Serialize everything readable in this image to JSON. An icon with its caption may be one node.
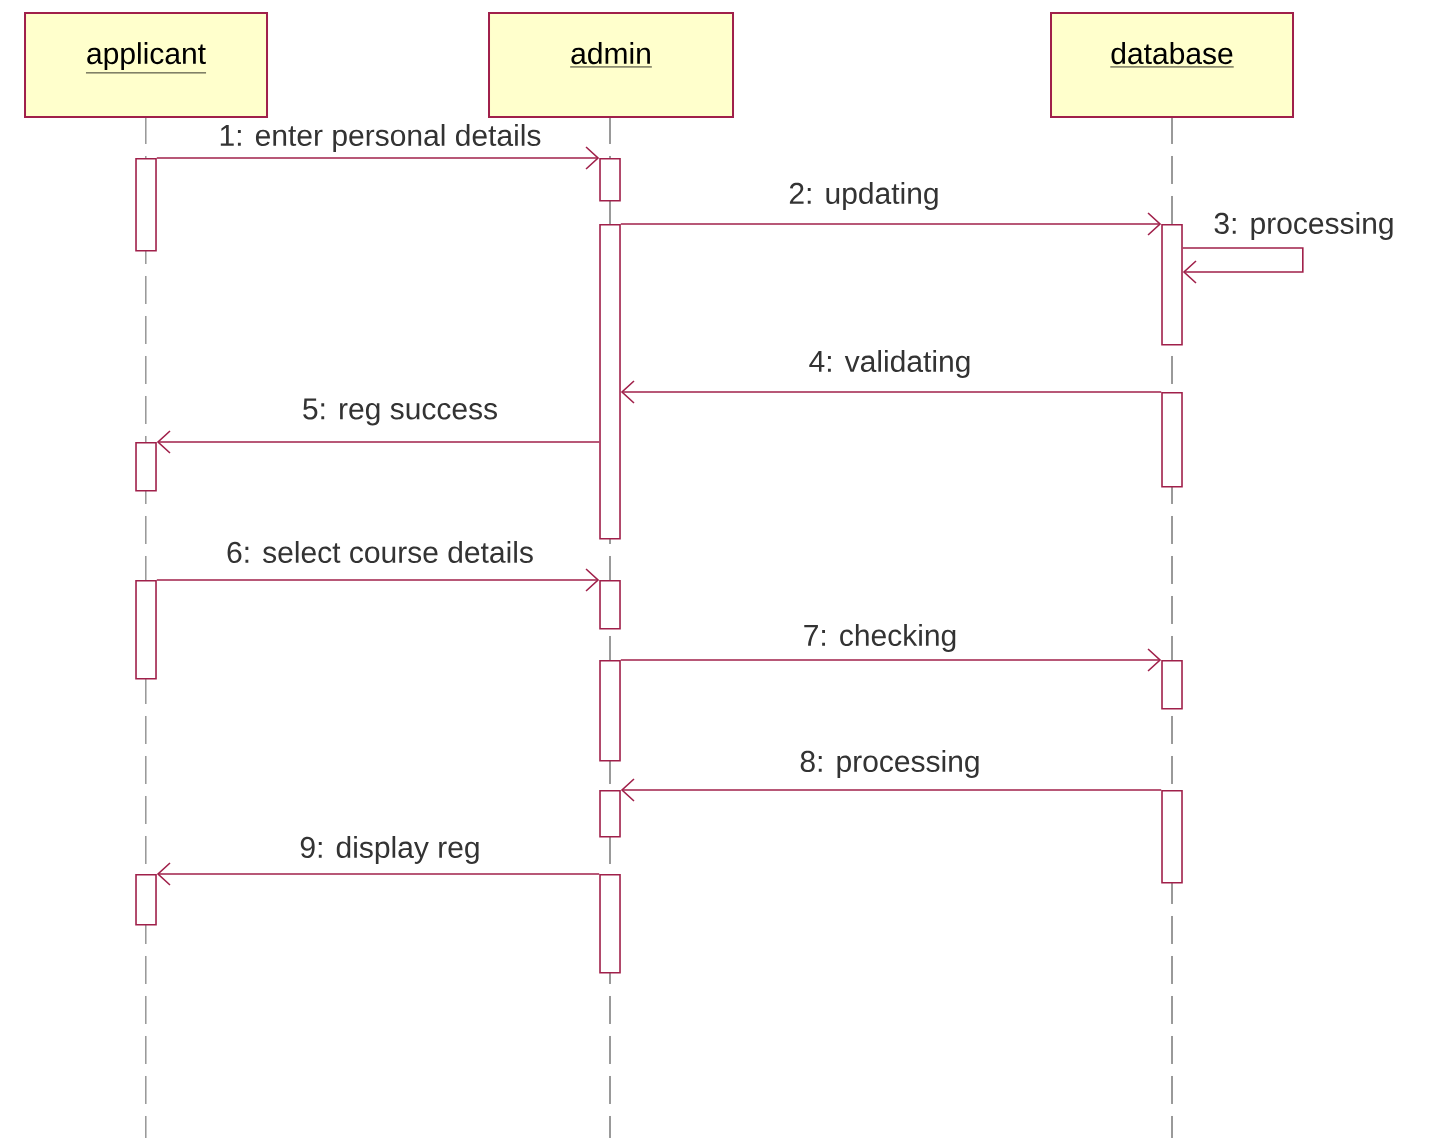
{
  "diagram": {
    "nodes": [
      {
        "text": [
          "applicant"
        ]
      },
      {
        "text": [
          "admin"
        ]
      },
      {
        "text": [
          "database"
        ]
      },
      {
        "text": [],
        "shape": "bar"
      },
      {
        "text": [],
        "shape": "bar"
      },
      {
        "text": [],
        "shape": "bar"
      },
      {
        "text": [],
        "shape": "bar"
      },
      {
        "text": [],
        "shape": "bar"
      },
      {
        "text": [],
        "shape": "bar"
      },
      {
        "text": [],
        "shape": "bar"
      },
      {
        "text": [],
        "shape": "bar"
      },
      {
        "text": [],
        "shape": "bar"
      },
      {
        "text": [],
        "shape": "bar"
      },
      {
        "text": [],
        "shape": "bar"
      },
      {
        "text": [],
        "shape": "bar"
      },
      {
        "text": [],
        "shape": "bar"
      },
      {
        "text": [],
        "shape": "bar"
      }
    ],
    "edges": [
      {
        "from": 3,
        "to": 7,
        "arrow": "to",
        "label": "1: enter personal details"
      },
      {
        "from": 8,
        "to": 13,
        "arrow": "to",
        "label": "2: updating"
      },
      {
        "from": 13,
        "to": 13,
        "arrow": "to",
        "label": "3: processing"
      },
      {
        "from": 14,
        "to": 8,
        "arrow": "to",
        "label": "4: validating"
      },
      {
        "from": 8,
        "to": 4,
        "arrow": "to",
        "label": "5: reg success"
      },
      {
        "from": 5,
        "to": 9,
        "arrow": "to",
        "label": "6: select course details"
      },
      {
        "from": 10,
        "to": 15,
        "arrow": "to",
        "label": "7: checking"
      },
      {
        "from": 16,
        "to": 11,
        "arrow": "to",
        "label": "8: processing"
      },
      {
        "from": 12,
        "to": 6,
        "arrow": "to",
        "label": "9: display reg"
      }
    ]
  }
}
